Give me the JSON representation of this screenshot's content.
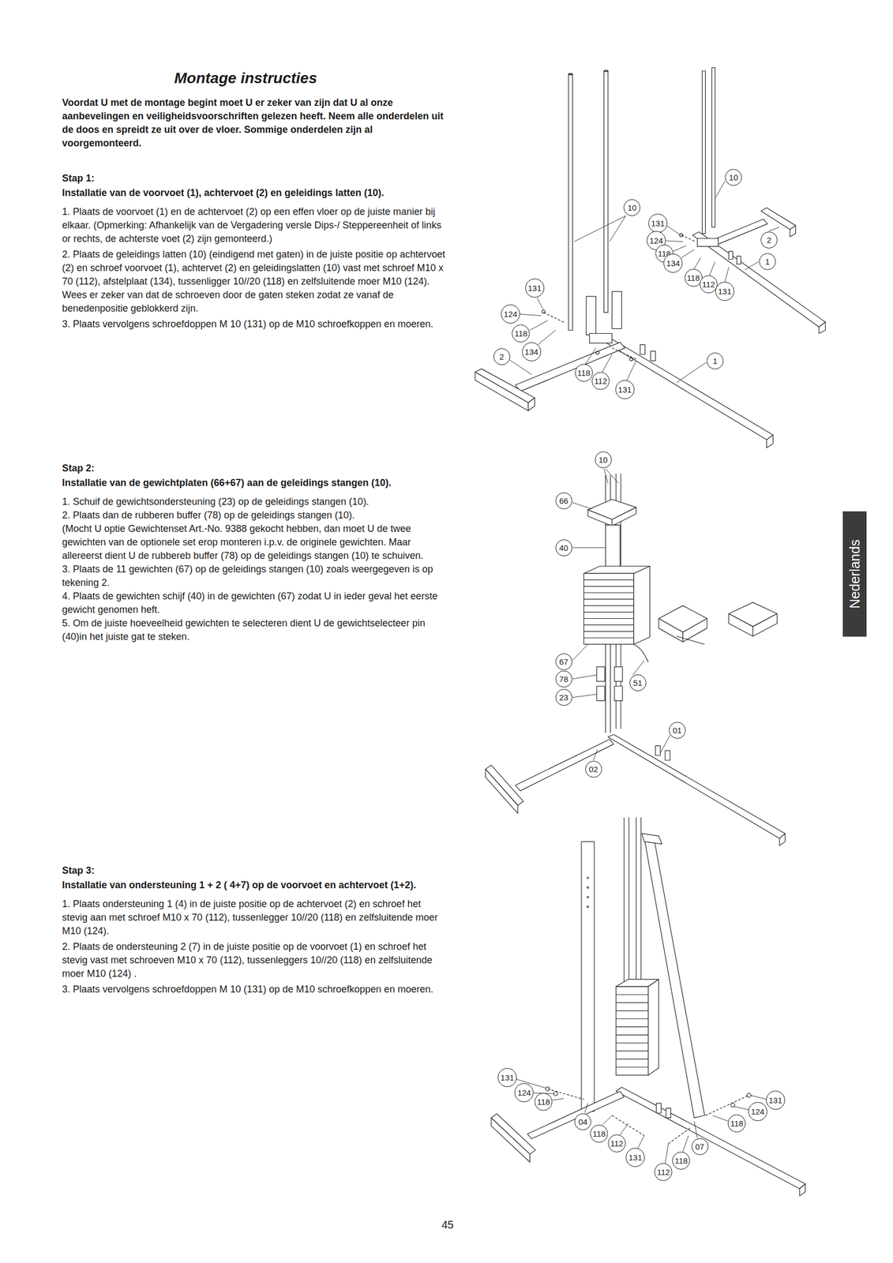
{
  "diagram": {
    "title": "Montage instructies",
    "nodes": [
      {
        "text": [
          "Nederlands"
        ]
      }
    ],
    "labels": [
      "Voordat U met de montage begint moet U er zeker van zijn dat U al onze aanbevelingen en veiligheidsvoorschriften gelezen heeft. Neem alle onderdelen uit de doos en spreidt ze uit over de vloer. Sommige onderdelen zijn al voorgemonteerd.",
      "Stap 1:",
      "Installatie van de voorvoet (1), achtervoet (2) en geleidings latten (10).",
      "1. Plaats de voorvoet (1) en de achtervoet (2) op een effen vloer op de juiste manier bij elkaar. (Opmerking: Afhankelijk van de Vergadering versle Dips-/ Steppereenheit of links or rechts, de achterste voet (2) zijn gemonteerd.)",
      "2. Plaats de geleidings latten (10) (eindigend met gaten) in de juiste positie op achtervoet (2) en schroef voorvoet (1), achtervet (2) en geleidingslatten (10) vast met schroef M10 x 70 (112), afstelplaat (134), tussenligger 10//20 (118) en zelfsluitende moer M10 (124).",
      "Wees er zeker van dat de schroeven door de gaten steken zodat ze vanaf de benedenpositie geblokkerd zijn.",
      "3. Plaats vervolgens schroefdoppen M 10 (131) op de M10 schroefkoppen en moeren.",
      "Stap 2:",
      "Installatie van de gewichtplaten (66+67) aan de geleidings stangen (10).",
      "1. Schuif de gewichtsondersteuning (23) op de geleidings stangen (10).",
      "2. Plaats dan de rubberen buffer (78) op de geleidings stangen (10).",
      "(Mocht U optie Gewichtenset Art.-No. 9388 gekocht hebben, dan moet U de twee gewichten van de optionele set erop monteren i.p.v. de originele gewichten. Maar allereerst dient U de rubbereb buffer (78) op de geleidings stangen (10) te schuiven.",
      "3. Plaats de 11 gewichten (67) op de geleidings stangen (10) zoals weergegeven is op tekening 2.",
      "4. Plaats de gewichten schijf (40) in de gewichten (67) zodat U in ieder geval het eerste gewicht genomen heft.",
      "5. Om de juiste hoeveelheid gewichten te selecteren dient U de gewichtselecteer pin (40)in het juiste gat te steken.",
      "Stap 3:",
      "Installatie van ondersteuning 1 + 2 ( 4+7) op de voorvoet en achtervoet (1+2).",
      "1. Plaats ondersteuning 1 (4) in de juiste positie op de achtervoet (2) en schroef het stevig aan met schroef M10 x 70 (112), tussenlegger 10//20 (118) en zelfsluitende moer M10 (124).",
      "2. Plaats de ondersteuning 2 (7) in de juiste positie op de voorvoet (1) en schroef het stevig vast met schroeven M10 x 70 (112), tussenleggers 10//20 (118) en zelfsluitende moer M10 (124) .",
      "3. Plaats vervolgens schroefdoppen M 10 (131) op de M10 schroefkoppen en moeren.",
      "45",
      "10",
      "131",
      "124",
      "118",
      "134",
      "2",
      "118",
      "112",
      "131",
      "1",
      "10",
      "131",
      "124",
      "118",
      "134",
      "2",
      "1",
      "118",
      "112",
      "131",
      "10",
      "66",
      "40",
      "67",
      "78",
      "23",
      "51",
      "01",
      "02",
      "131",
      "124",
      "118",
      "04",
      "118",
      "112",
      "131",
      "112",
      "118",
      "07",
      "118",
      "124",
      "131"
    ]
  }
}
